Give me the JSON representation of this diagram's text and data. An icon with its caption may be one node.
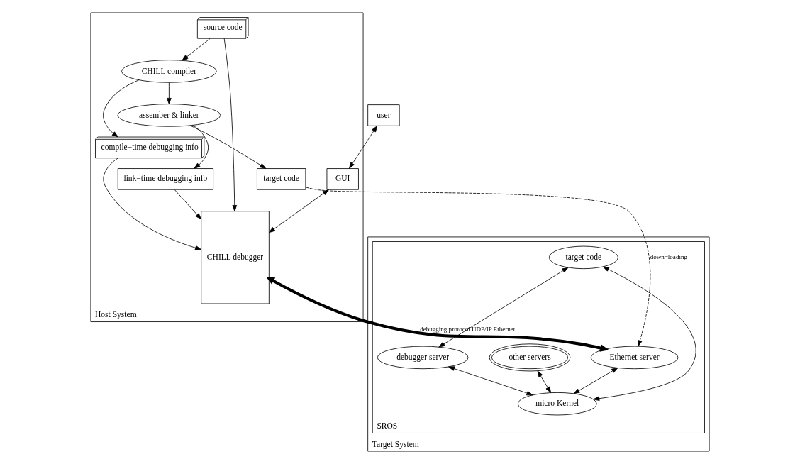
{
  "diagram": {
    "nodes": [
      {
        "text": [
          "Host System"
        ]
      },
      {
        "text": [
          "source code"
        ],
        "in": 0
      },
      {
        "text": [
          "CHILL compiler"
        ],
        "in": 0
      },
      {
        "text": [
          "compile−time debugging info"
        ],
        "in": 0
      },
      {
        "text": [
          "assember & linker"
        ],
        "in": 0
      },
      {
        "text": [
          "link−time debugging info"
        ],
        "in": 0
      },
      {
        "text": [
          "target code"
        ],
        "in": 0
      },
      {
        "text": [
          "GUI"
        ],
        "in": 0
      },
      {
        "text": [
          "CHILL debugger"
        ],
        "in": 0
      },
      {
        "text": [
          "user"
        ]
      },
      {
        "text": [
          "Target System"
        ]
      },
      {
        "text": [
          "SROS"
        ],
        "in": 10
      },
      {
        "text": [
          "target code"
        ],
        "in": 11
      },
      {
        "text": [
          "other servers"
        ],
        "in": 11
      },
      {
        "text": [
          "debugger server"
        ],
        "in": 11
      },
      {
        "text": [
          "Ethernet server"
        ],
        "in": 11
      },
      {
        "text": [
          "micro Kernel"
        ],
        "in": 11
      }
    ],
    "edges": [
      {
        "from": 9,
        "to": 7,
        "arrow": "both"
      },
      {
        "from": 7,
        "to": 8,
        "arrow": "both"
      },
      {
        "from": 1,
        "to": 8,
        "arrow": "to"
      },
      {
        "from": 1,
        "to": 2,
        "arrow": "to"
      },
      {
        "from": 2,
        "to": 3,
        "arrow": "to"
      },
      {
        "from": 2,
        "to": 4,
        "arrow": "to"
      },
      {
        "from": 3,
        "to": 8,
        "arrow": "to"
      },
      {
        "from": 4,
        "to": 5,
        "arrow": "to"
      },
      {
        "from": 4,
        "to": 6,
        "arrow": "to"
      },
      {
        "from": 5,
        "to": 8,
        "arrow": "to"
      },
      {
        "from": 8,
        "to": 15,
        "arrow": "both",
        "label": "debugging protocol UDP/IP Ethernet",
        "style": "thick"
      },
      {
        "from": 6,
        "to": 15,
        "arrow": "to",
        "label": "down−loading",
        "style": "dashed"
      },
      {
        "from": 15,
        "to": 16,
        "arrow": "both"
      },
      {
        "from": 13,
        "to": 16,
        "arrow": "both"
      },
      {
        "from": 12,
        "to": 16,
        "arrow": "both"
      },
      {
        "from": 12,
        "to": 14,
        "arrow": "both"
      },
      {
        "from": 14,
        "to": 16,
        "arrow": "both"
      }
    ]
  }
}
